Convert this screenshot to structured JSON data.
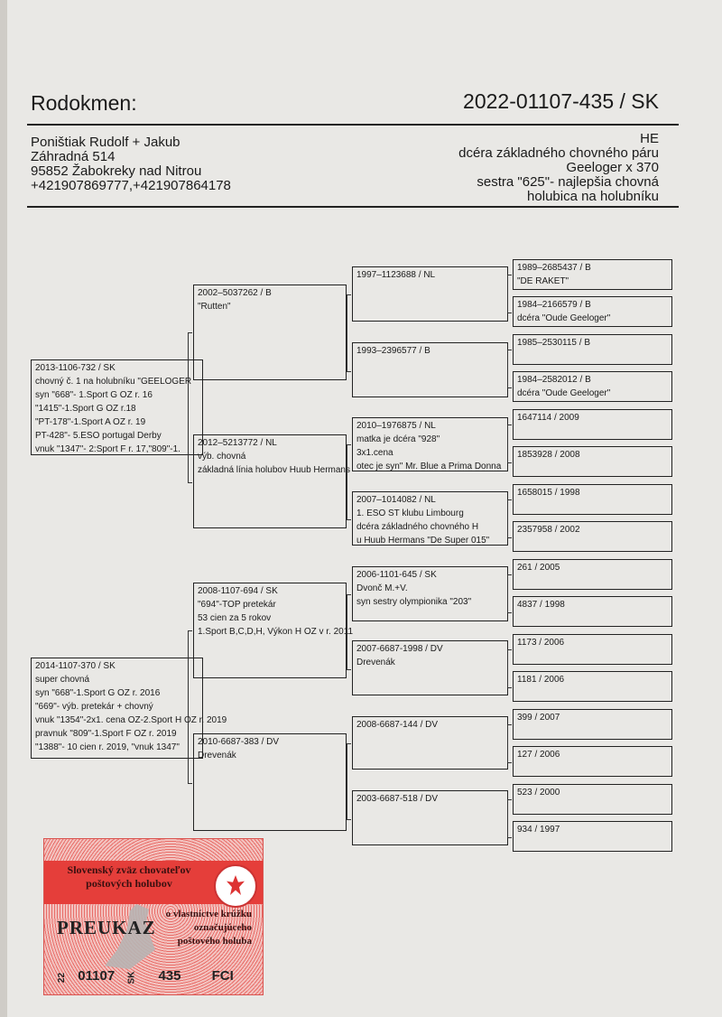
{
  "header": {
    "title": "Rodokmen:",
    "ring": "2022-01107-435 / SK"
  },
  "owner": [
    "Poništiak Rudolf + Jakub",
    "Záhradná 514",
    "95852 Žabokreky nad Nitrou",
    "+421907869777,+421907864178"
  ],
  "description": [
    "HE",
    "dcéra základného chovného páru",
    "Geeloger x 370",
    "sestra \"625\"- najlepšia chovná",
    "holubica na holubníku"
  ],
  "gen1": [
    {
      "lines": [
        "2013-1106-732 / SK",
        "chovný č. 1 na holubníku \"GEELOGER",
        "syn \"668\"- 1.Sport G OZ r. 16",
        "\"1415\"-1.Sport G OZ r.18",
        "\"PT-178\"-1.Sport A OZ r. 19",
        "PT-428\"- 5.ESO portugal Derby",
        "vnuk \"1347\"- 2:Sport F r. 17,\"809\"-1."
      ]
    },
    {
      "lines": [
        "2014-1107-370 / SK",
        "super chovná",
        "syn \"668\"-1.Sport G OZ r. 2016",
        "\"669\"- výb. pretekár + chovný",
        "vnuk \"1354\"-2x1. cena OZ-2.Sport H OZ r. 2019",
        "pravnuk \"809\"-1.Sport F OZ r. 2019",
        "\"1388\"- 10 cien r. 2019, \"vnuk 1347\""
      ]
    }
  ],
  "gen2": [
    {
      "lines": [
        "2002–5037262 / B",
        "\"Rutten\""
      ]
    },
    {
      "lines": [
        "2012–5213772 / NL",
        "výb. chovná",
        "základná línia holubov Huub Hermans"
      ]
    },
    {
      "lines": [
        "2008-1107-694 / SK",
        "\"694\"-TOP pretekár",
        "53 cien za 5 rokov",
        "1.Sport B,C,D,H, Výkon H OZ v r. 2011"
      ]
    },
    {
      "lines": [
        "2010-6687-383 / DV",
        "Drevenák"
      ]
    }
  ],
  "gen3": [
    {
      "lines": [
        "1997–1123688 / NL"
      ]
    },
    {
      "lines": [
        "1993–2396577 / B"
      ]
    },
    {
      "lines": [
        "2010–1976875 / NL",
        "matka je dcéra \"928\"",
        "3x1.cena",
        "otec je syn\" Mr. Blue a Prima Donna"
      ]
    },
    {
      "lines": [
        "2007–1014082 / NL",
        "1. ESO ST klubu Limbourg",
        "dcéra základného chovného H",
        "u Huub Hermans \"De Super 015\""
      ]
    },
    {
      "lines": [
        "2006-1101-645 / SK",
        "Dvonč M.+V.",
        "syn sestry olympionika \"203\""
      ]
    },
    {
      "lines": [
        "2007-6687-1998 / DV",
        "Drevenák"
      ]
    },
    {
      "lines": [
        "2008-6687-144 / DV"
      ]
    },
    {
      "lines": [
        "2003-6687-518 / DV"
      ]
    }
  ],
  "gen4": [
    {
      "lines": [
        "1989–2685437 / B",
        "\"DE RAKET\""
      ]
    },
    {
      "lines": [
        "1984–2166579 / B",
        "dcéra \"Oude Geeloger\""
      ]
    },
    {
      "lines": [
        "1985–2530115 / B"
      ]
    },
    {
      "lines": [
        "1984–2582012 / B",
        "dcéra \"Oude Geeloger\""
      ]
    },
    {
      "lines": [
        "1647114 / 2009"
      ]
    },
    {
      "lines": [
        "1853928 / 2008"
      ]
    },
    {
      "lines": [
        "1658015 / 1998"
      ]
    },
    {
      "lines": [
        "2357958 / 2002"
      ]
    },
    {
      "lines": [
        "261 / 2005"
      ]
    },
    {
      "lines": [
        "4837 / 1998"
      ]
    },
    {
      "lines": [
        "1173 / 2006"
      ]
    },
    {
      "lines": [
        "1181 / 2006"
      ]
    },
    {
      "lines": [
        "399 / 2007"
      ]
    },
    {
      "lines": [
        "127 / 2006"
      ]
    },
    {
      "lines": [
        "523 / 2000"
      ]
    },
    {
      "lines": [
        "934 / 1997"
      ]
    }
  ],
  "card": {
    "org": "Slovenský zväz chovateľov poštových holubov",
    "title": "PREUKAZ",
    "subtitle": [
      "o vlastníctve krúžku",
      "označujúceho",
      "poštového holuba"
    ],
    "year": "22",
    "number": "01107",
    "country": "SK",
    "serial": "435",
    "fci": "FCI"
  }
}
